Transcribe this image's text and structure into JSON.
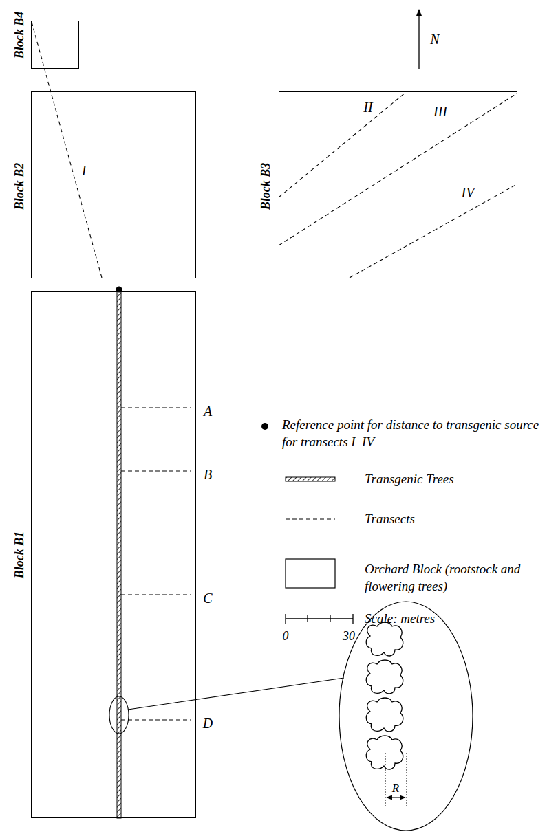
{
  "diagram": {
    "nodes": [
      {
        "text": [
          "Block B4"
        ]
      },
      {
        "text": [
          "Block B2"
        ]
      },
      {
        "text": [
          "Block B3"
        ]
      },
      {
        "text": [
          "Block B1"
        ]
      },
      {
        "text": [
          "R"
        ]
      }
    ],
    "labels": [
      "N",
      "I",
      "II",
      "III",
      "IV",
      "A",
      "B",
      "C",
      "D",
      "0",
      "30"
    ],
    "legend": [
      {
        "text": "Reference point for distance to transgenic source for transects I–IV"
      },
      {
        "text": "Transgenic Trees"
      },
      {
        "text": "Transects"
      },
      {
        "text": "Orchard Block (rootstock and flowering trees)"
      },
      {
        "text": "Scale: metres"
      }
    ]
  }
}
